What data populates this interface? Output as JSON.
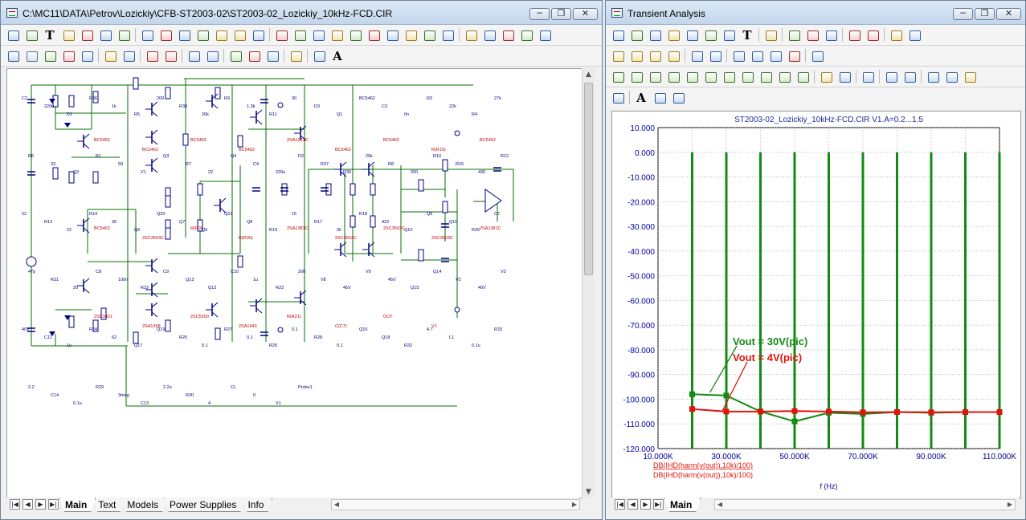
{
  "schematic_window": {
    "title": "C:\\MC11\\DATA\\Petrov\\Lozickiy\\CFB-ST2003-02\\ST2003-02_Lozickiy_10kHz-FCD.CIR",
    "window_buttons": {
      "minimize": "─",
      "restore": "❐",
      "close": "✕"
    },
    "tabs": [
      "Main",
      "Text",
      "Models",
      "Power Supplies",
      "Info"
    ],
    "active_tab": "Main",
    "nav_buttons": [
      "|◀",
      "◀",
      "▶",
      "▶|"
    ]
  },
  "schematic": {
    "labels_black": [
      "C2",
      "220u",
      "D1",
      "R36",
      "1k",
      "R5",
      "200",
      "R38",
      "20k",
      "R9",
      "1.3k",
      "R11",
      "30",
      "D3",
      "Q1",
      "BC5462",
      "C3",
      "0n",
      "R3",
      "22k",
      "R4",
      "27k",
      "R6",
      "33",
      "Q2",
      "R1",
      "50",
      "V1",
      "Q3",
      "R7",
      "22",
      "Q4",
      "C4",
      "220u",
      "D2",
      "R37",
      "R39",
      "20k",
      "R8",
      "200",
      "R10",
      "R15",
      "430",
      "R12",
      "22",
      "R13",
      "22",
      "R14",
      "30",
      "Q6",
      "Q20",
      "Q7",
      "Q5",
      "Q21",
      "Q8",
      "R19",
      "15",
      "R17",
      "2k",
      "R18",
      "422",
      "Q10",
      "Q9",
      "Q11",
      "R20",
      "C7",
      "47p",
      "R21",
      "20",
      "C8",
      "100n",
      "R22",
      "C9",
      "Q13",
      "Q12",
      "C10",
      "1u",
      "R23",
      "200",
      "V8",
      "45V",
      "V9",
      "45V",
      "Q15",
      "Q14",
      "V2",
      "40V",
      "V3",
      "40V",
      "C11",
      "1u",
      "R24",
      "62",
      "Q17",
      "Q19",
      "R25",
      "0.1",
      "R27",
      "0.1",
      "R26",
      "0.1",
      "R28",
      "0.1",
      "Q16",
      "Q18",
      "R32",
      "4.7",
      "L1",
      "0.1u",
      "R33",
      "2.2",
      "C14",
      "0.1u",
      "R29",
      "3meg",
      "C13",
      "2.2u",
      "R30",
      "4",
      "CL",
      "0",
      "X1",
      "Probe1"
    ],
    "labels_red": [
      "BC5462",
      "BC5462",
      "BC5462",
      "BC5462",
      "2SA1381C",
      "BC5462",
      "BC5462",
      "R(R15)",
      "BC5462",
      "BC5462",
      "2SC3503C",
      "R(R9)",
      "R(R36)",
      "2SA1381C",
      "2SC3503C",
      "2SC3503C",
      "2SC3503C",
      "2SA1381C",
      "2SC3421",
      "2SA1358",
      "2SC5200",
      "2SA1943",
      "R(R21)",
      "C(C7)",
      "OUT",
      "V1"
    ]
  },
  "transient_window": {
    "title": "Transient Analysis",
    "window_buttons": {
      "minimize": "─",
      "restore": "❐",
      "close": "✕"
    },
    "tabs": [
      "Main"
    ],
    "active_tab": "Main",
    "nav_buttons": [
      "|◀",
      "◀",
      "▶",
      "▶|"
    ]
  },
  "colors": {
    "green_series": "#148a14",
    "red_series": "#e0140a",
    "axis_blue": "#0000a0",
    "title_blue": "#1a2a9a",
    "schematic_wire": "#007000",
    "schematic_component": "#000080",
    "schematic_red": "#c00000"
  },
  "chart_data": {
    "type": "line",
    "title": "ST2003-02_Lozickiy_10kHz-FCD.CIR V1.A=0.2...1.5",
    "xlabel": "f (Hz)",
    "ylabel": "",
    "xlim": [
      10000,
      110000
    ],
    "ylim": [
      -120,
      10
    ],
    "x_ticks": [
      10000,
      30000,
      50000,
      70000,
      90000,
      110000
    ],
    "x_tick_labels": [
      "10.000K",
      "30.000K",
      "50.000K",
      "70.000K",
      "90.000K",
      "110.000K"
    ],
    "y_ticks": [
      10,
      0,
      -10,
      -20,
      -30,
      -40,
      -50,
      -60,
      -70,
      -80,
      -90,
      -100,
      -110,
      -120
    ],
    "y_tick_labels": [
      "10.000",
      "0.000",
      "-10.000",
      "-20.000",
      "-30.000",
      "-40.000",
      "-50.000",
      "-60.000",
      "-70.000",
      "-80.000",
      "-90.000",
      "-100.000",
      "-110.000",
      "-120.000"
    ],
    "grid": true,
    "harmonic_spikes": {
      "x": [
        20000,
        30000,
        40000,
        50000,
        60000,
        70000,
        80000,
        90000,
        100000,
        110000
      ],
      "top": 0,
      "bottom": -120
    },
    "series": [
      {
        "name": "DB(IHD(harm(v(out)),10k)/100)",
        "color": "green",
        "x": [
          20000,
          30000,
          40000,
          50000,
          60000,
          70000,
          80000,
          90000,
          100000,
          110000
        ],
        "values": [
          -98,
          -98.5,
          -105,
          -109,
          -105.5,
          -106,
          -105.2,
          -105.5,
          -105.2,
          -105.2
        ]
      },
      {
        "name": "DB(IHD(harm(v(out)),10k)/100)",
        "color": "red",
        "x": [
          20000,
          30000,
          40000,
          50000,
          60000,
          70000,
          80000,
          90000,
          100000,
          110000
        ],
        "values": [
          -104,
          -105,
          -105,
          -104.8,
          -105,
          -105.3,
          -105.2,
          -105.3,
          -105.2,
          -105.2
        ]
      }
    ],
    "annotations": [
      {
        "text": "Vout = 30V(pic)",
        "color": "green",
        "x": 20000,
        "y": -98
      },
      {
        "text": "Vout = 4V(pic)",
        "color": "red",
        "x": 28000,
        "y": -104.5
      }
    ],
    "legend_entries": [
      {
        "text": "DB(IHD(harm(v(out)),10k)/100)",
        "color": "red",
        "underline": true
      },
      {
        "text": "DB(IHD(harm(v(out)),10k)/100)",
        "color": "red",
        "underline": false
      }
    ]
  }
}
